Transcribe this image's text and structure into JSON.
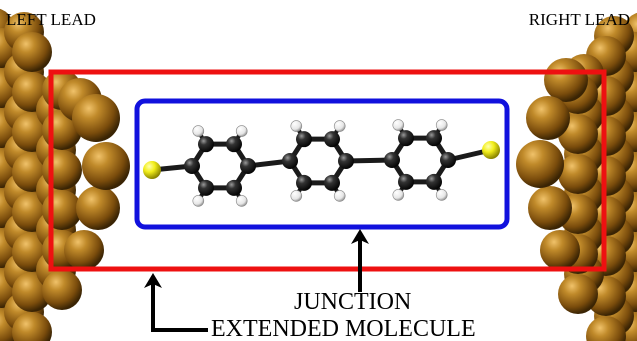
{
  "labels": {
    "left_lead": "LEFT LEAD",
    "right_lead": "RIGHT LEAD",
    "junction": "JUNCTION",
    "extended_molecule": "EXTENDED MOLECULE"
  },
  "colors": {
    "gold": "#8a5a12",
    "gold_highlight": "#d9a24a",
    "gold_dark": "#3a2404",
    "extended_molecule_box": "#ee1111",
    "junction_box": "#1111dd",
    "carbon": "#151515",
    "hydrogen": "#ffffff",
    "sulfur": "#f2ee1a"
  }
}
